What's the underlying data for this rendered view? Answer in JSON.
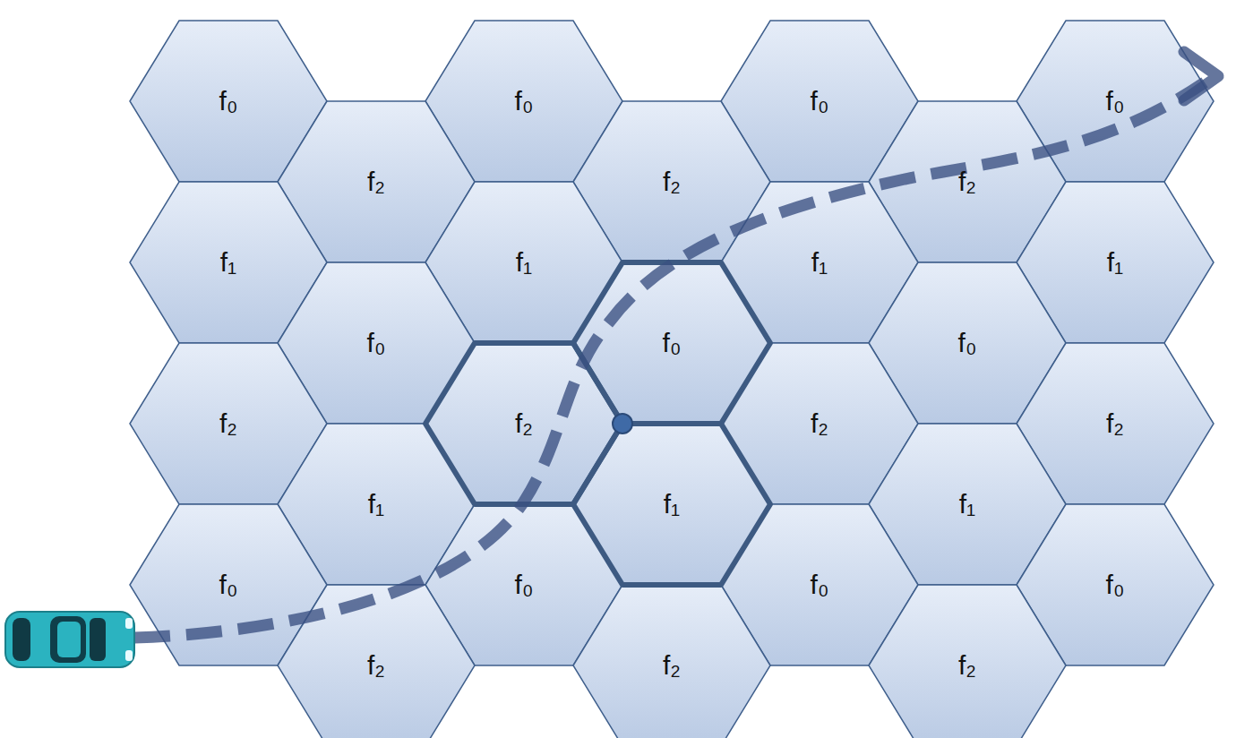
{
  "diagram": {
    "nodes": [
      {
        "text": [
          "f₀"
        ]
      },
      {
        "text": [
          "f₀"
        ]
      },
      {
        "text": [
          "f₀"
        ]
      },
      {
        "text": [
          "f₀"
        ]
      },
      {
        "text": [
          "f₂"
        ]
      },
      {
        "text": [
          "f₂"
        ]
      },
      {
        "text": [
          "f₂"
        ]
      },
      {
        "text": [
          "f₁"
        ]
      },
      {
        "text": [
          "f₁"
        ]
      },
      {
        "text": [
          "f₁"
        ]
      },
      {
        "text": [
          "f₁"
        ]
      },
      {
        "text": [
          "f₀"
        ]
      },
      {
        "text": [
          "f₀"
        ]
      },
      {
        "text": [
          "f₀"
        ]
      },
      {
        "text": [
          "f₂"
        ]
      },
      {
        "text": [
          "f₂"
        ]
      },
      {
        "text": [
          "f₂"
        ]
      },
      {
        "text": [
          "f₂"
        ]
      },
      {
        "text": [
          "f₁"
        ]
      },
      {
        "text": [
          "f₁"
        ]
      },
      {
        "text": [
          "f₁"
        ]
      },
      {
        "text": [
          "f₀"
        ]
      },
      {
        "text": [
          "f₀"
        ]
      },
      {
        "text": [
          "f₀"
        ]
      },
      {
        "text": [
          "f₀"
        ]
      },
      {
        "text": [
          "f₂"
        ]
      },
      {
        "text": [
          "f₂"
        ]
      },
      {
        "text": [
          "f₂"
        ]
      }
    ]
  }
}
